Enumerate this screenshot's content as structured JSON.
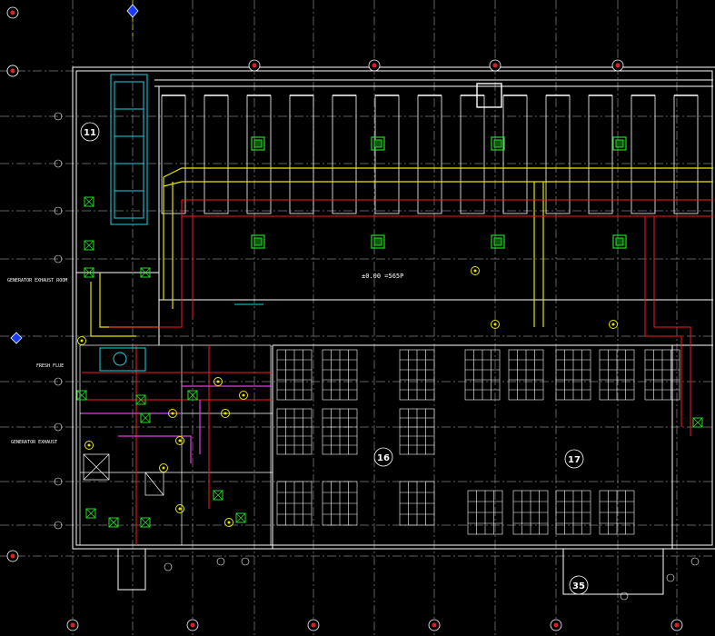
{
  "drawing": {
    "rooms": [
      "11",
      "16",
      "17",
      "35"
    ],
    "elevation": "±0.00 =565P",
    "side_notes": [
      "GENERATOR EXHAUST ROOM",
      "FRESH FLUE",
      "GENERATOR EXHAUST"
    ]
  },
  "colors": {
    "background": "#000000",
    "linework": "#ffffff",
    "grid": "#c8c8c8",
    "duct_supply": "#e6e600",
    "pipe_red": "#ff1a1a",
    "equipment_green": "#22dd22",
    "equipment_cyan": "#19d3e6",
    "pipe_magenta": "#e040e0",
    "grid_bubble": "#e02020"
  },
  "icons": [
    "grid-bubble",
    "diffuser-square",
    "north-marker"
  ]
}
